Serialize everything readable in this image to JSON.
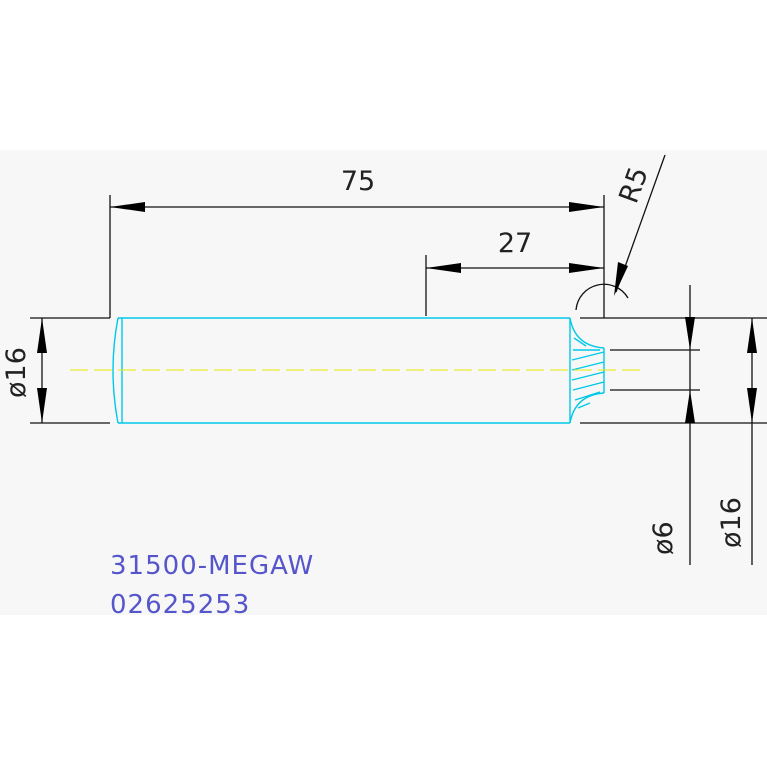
{
  "dimensions": {
    "overall_length": "75",
    "partial_length": "27",
    "radius": "R5",
    "left_diameter": "ø16",
    "bore_diameter": "ø6",
    "right_diameter": "ø16"
  },
  "part_label": {
    "line1": "31500-MEGAW",
    "line2": "02625253"
  },
  "colors": {
    "background_band": "#f7f7f7",
    "dimension_lines": "#111111",
    "part_outline": "#00c8e8",
    "centerline": "#e8e800",
    "label_text": "#5555cc"
  }
}
